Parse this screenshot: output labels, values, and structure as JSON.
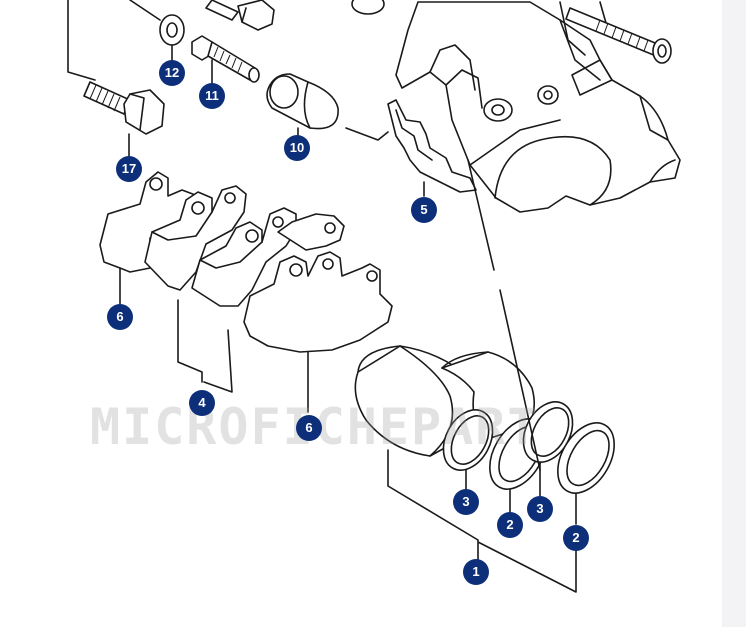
{
  "watermark": "MICROFICHEPART",
  "colors": {
    "callout_fill": "#0d2f7a",
    "callout_text": "#ffffff",
    "line": "#1a1a1a",
    "background": "#ffffff"
  },
  "callouts": [
    {
      "id": "c12",
      "label": "12"
    },
    {
      "id": "c11",
      "label": "11"
    },
    {
      "id": "c10",
      "label": "10"
    },
    {
      "id": "c17",
      "label": "17"
    },
    {
      "id": "c5",
      "label": "5"
    },
    {
      "id": "c6a",
      "label": "6"
    },
    {
      "id": "c4",
      "label": "4"
    },
    {
      "id": "c6b",
      "label": "6"
    },
    {
      "id": "c3a",
      "label": "3"
    },
    {
      "id": "c2a",
      "label": "2"
    },
    {
      "id": "c3b",
      "label": "3"
    },
    {
      "id": "c2b",
      "label": "2"
    },
    {
      "id": "c1",
      "label": "1"
    }
  ]
}
